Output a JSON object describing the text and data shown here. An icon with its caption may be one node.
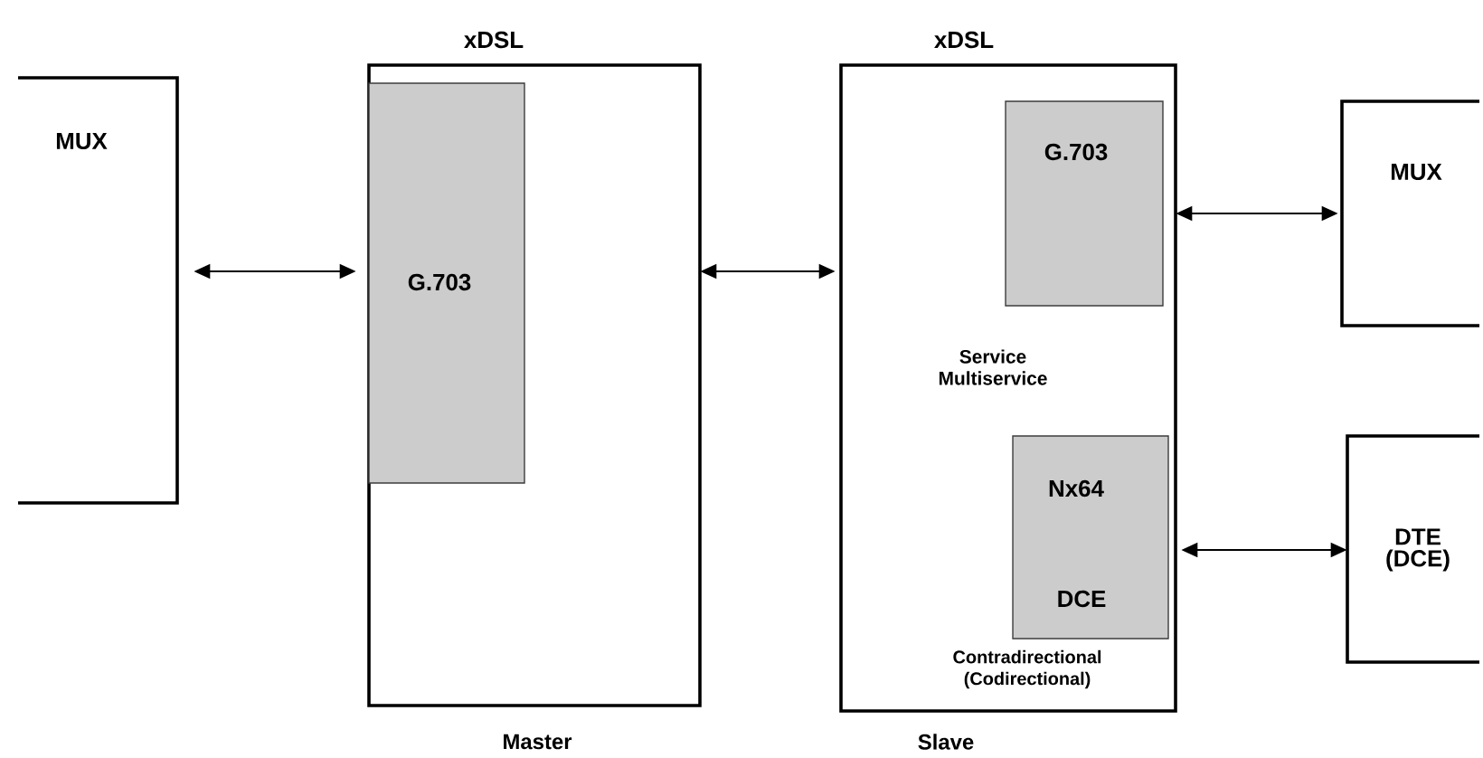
{
  "diagram": {
    "nodes": [
      {
        "text": [
          "MUX"
        ]
      },
      {
        "text": [
          "xDSL"
        ],
        "beside": [
          "Master"
        ]
      },
      {
        "text": [
          "G.703"
        ],
        "in": 1
      },
      {
        "text": [
          "xDSL",
          "Service Multiservice",
          "Contradirectional (Codirectional)"
        ],
        "beside": [
          "Slave"
        ]
      },
      {
        "text": [
          "G.703"
        ],
        "in": 3
      },
      {
        "text": [
          "Nx64",
          "DCE"
        ],
        "in": 3
      },
      {
        "text": [
          "MUX"
        ]
      },
      {
        "text": [
          "DTE (DCE)"
        ]
      }
    ],
    "edges": [
      {
        "from": 0,
        "to": 2,
        "arrow": "both"
      },
      {
        "from": 1,
        "to": 3,
        "arrow": "both"
      },
      {
        "from": 4,
        "to": 6,
        "arrow": "both"
      },
      {
        "from": 5,
        "to": 7,
        "arrow": "both"
      }
    ]
  }
}
